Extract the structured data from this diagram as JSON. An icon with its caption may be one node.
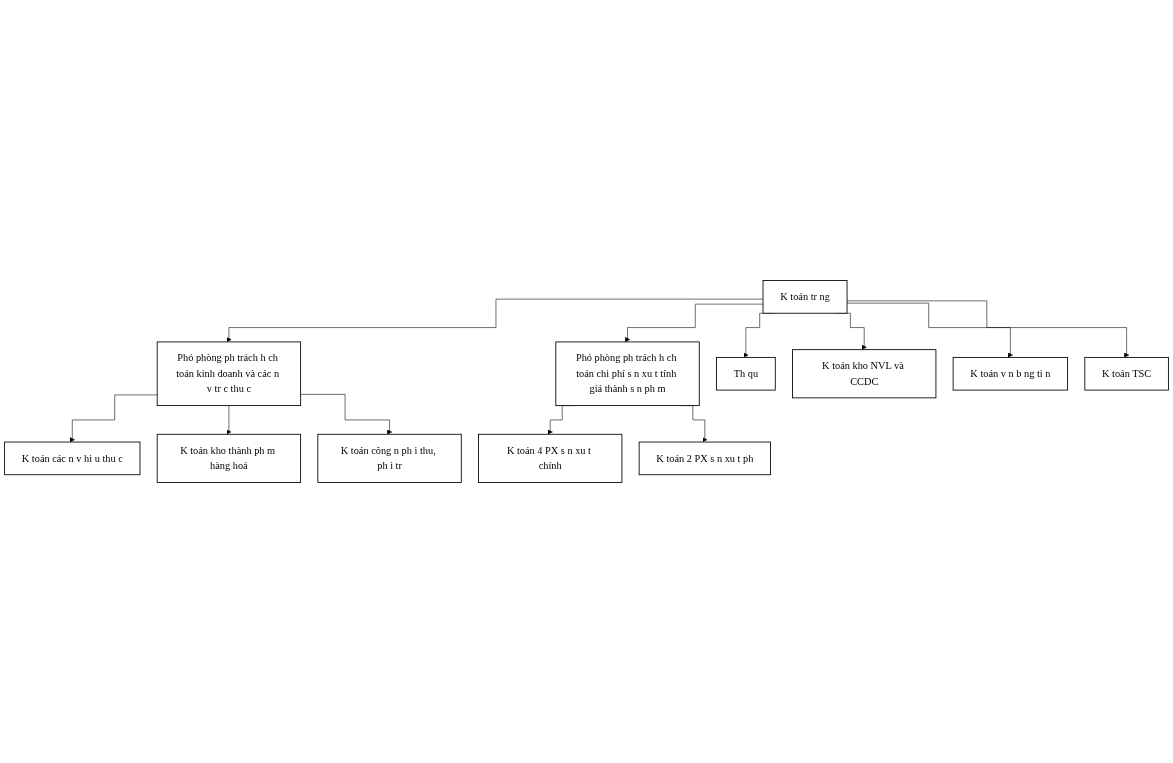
{
  "diagram": {
    "nodes": [
      {
        "text": [
          "K toán tr ng"
        ]
      },
      {
        "text": [
          "Phó phòng ph trách h ch toán kinh doanh và các n v tr c thu c"
        ]
      },
      {
        "text": [
          "Phó phòng ph trách h ch toán chi phí s n xu t tính giá thành s n ph m"
        ]
      },
      {
        "text": [
          "K toán các n v hi u thu c"
        ]
      },
      {
        "text": [
          "K toán kho thành ph m hàng hoá"
        ]
      },
      {
        "text": [
          "K toán công n ph i thu, ph i tr"
        ]
      },
      {
        "text": [
          "K toán 4 PX s n xu t chính"
        ]
      },
      {
        "text": [
          "K toán 2 PX s n xu t ph"
        ]
      },
      {
        "text": [
          "Th qu"
        ]
      },
      {
        "text": [
          "K toán kho NVL và CCDC"
        ]
      },
      {
        "text": [
          "K toán v n b ng ti n"
        ]
      },
      {
        "text": [
          "K toán TSC"
        ]
      }
    ],
    "edges": [
      {
        "from": 0,
        "to": 1,
        "arrow": "to"
      },
      {
        "from": 0,
        "to": 2,
        "arrow": "to"
      },
      {
        "from": 1,
        "to": 3,
        "arrow": "to"
      },
      {
        "from": 1,
        "to": 4,
        "arrow": "to"
      },
      {
        "from": 1,
        "to": 5,
        "arrow": "to"
      },
      {
        "from": 2,
        "to": 6,
        "arrow": "to"
      },
      {
        "from": 2,
        "to": 7,
        "arrow": "to"
      },
      {
        "from": 0,
        "to": 8,
        "arrow": "to"
      },
      {
        "from": 0,
        "to": 9,
        "arrow": "to"
      },
      {
        "from": 0,
        "to": 10,
        "arrow": "to"
      },
      {
        "from": 0,
        "to": 11,
        "arrow": "to"
      }
    ]
  }
}
